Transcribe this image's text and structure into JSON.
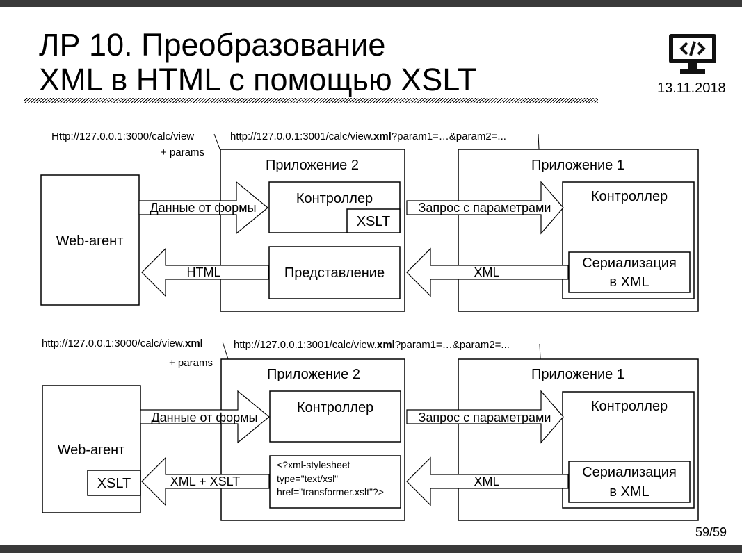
{
  "slide": {
    "title_line1": "ЛР 10. Преобразование",
    "title_line2": "XML в HTML с помощью XSLT",
    "date": "13.11.2018",
    "page": "59/59",
    "logo_icon": "monitor-code-icon"
  },
  "diagram1": {
    "url_client": "Http://127.0.0.1:3000/calc/view",
    "url_client_params": "+ params",
    "url_server_pre": "http://127.0.0.1:3001/calc/view.",
    "url_server_bold": "xml",
    "url_server_post": "?param1=…&param2=...",
    "web_agent": "Web-агент",
    "app2_title": "Приложение 2",
    "app1_title": "Приложение 1",
    "controller_app2": "Контроллер",
    "xslt": "XSLT",
    "view": "Представление",
    "controller_app1": "Контроллер",
    "serialization_line1": "Сериализация",
    "serialization_line2": "в XML",
    "arrow_form": "Данные от формы",
    "arrow_request": "Запрос с параметрами",
    "arrow_html": "HTML",
    "arrow_xml": "XML"
  },
  "diagram2": {
    "url_client_pre": "http://127.0.0.1:3000/calc/view.",
    "url_client_bold": "xml",
    "url_client_params": "+ params",
    "url_server_pre": "http://127.0.0.1:3001/calc/view.",
    "url_server_bold": "xml",
    "url_server_post": "?param1=…&param2=...",
    "web_agent": "Web-агент",
    "xslt": "XSLT",
    "app2_title": "Приложение 2",
    "app1_title": "Приложение 1",
    "controller_app2": "Контроллер",
    "pi_line1": "<?xml-stylesheet",
    "pi_line2": "type=\"text/xsl\"",
    "pi_line3": "href=\"transformer.xslt\"?>",
    "controller_app1": "Контроллер",
    "serialization_line1": "Сериализация",
    "serialization_line2": "в XML",
    "arrow_form": "Данные от формы",
    "arrow_request": "Запрос с параметрами",
    "arrow_xml_xslt": "XML + XSLT",
    "arrow_xml": "XML"
  }
}
